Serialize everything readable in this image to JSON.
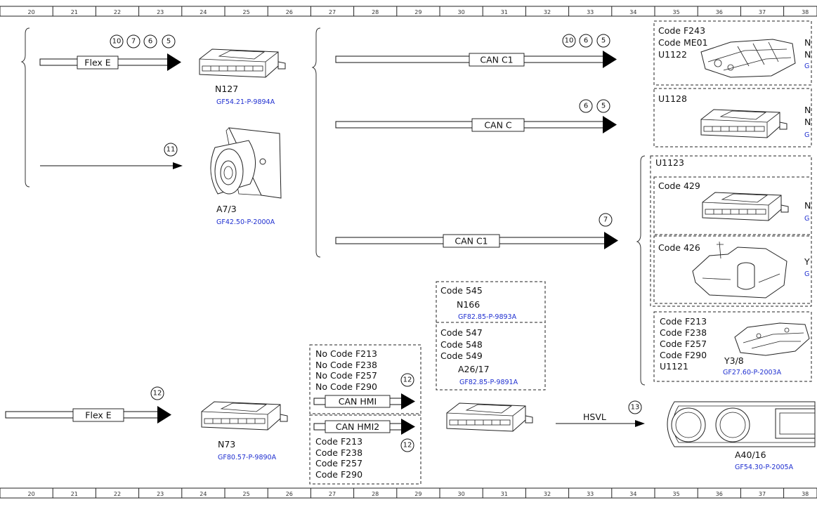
{
  "ruler": {
    "ticks": [
      "20",
      "21",
      "22",
      "23",
      "24",
      "25",
      "26",
      "27",
      "28",
      "29",
      "30",
      "31",
      "32",
      "33",
      "34",
      "35",
      "36",
      "37",
      "38"
    ]
  },
  "buses": {
    "flexe_top": "Flex E",
    "can_c1_top": "CAN C1",
    "can_c": "CAN C",
    "can_c1_bottom": "CAN C1",
    "flexe_bottom": "Flex E",
    "can_hmi": "CAN HMI",
    "can_hmi2": "CAN HMI2",
    "hsvl": "HSVL"
  },
  "markers": {
    "flexe_top": [
      "10",
      "7",
      "6",
      "5"
    ],
    "can_c1_top": [
      "10",
      "6",
      "5"
    ],
    "can_c": [
      "6",
      "5"
    ],
    "a7_3": [
      "11"
    ],
    "can_c1_bottom": [
      "7"
    ],
    "flexe_bottom": [
      "12"
    ],
    "can_hmi": [
      "12"
    ],
    "can_hmi2": [
      "12"
    ],
    "hsvl": [
      "13"
    ]
  },
  "components": {
    "n127": {
      "label": "N127",
      "ref": "GF54.21-P-9894A"
    },
    "a7_3": {
      "label": "A7/3",
      "ref": "GF42.50-P-2000A"
    },
    "n73": {
      "label": "N73",
      "ref": "GF80.57-P-9890A"
    },
    "n166": {
      "label": "N166",
      "ref": "GF82.85-P-9893A"
    },
    "a26_17": {
      "label": "A26/17",
      "ref": "GF82.85-P-9891A"
    },
    "a40_16": {
      "label": "A40/16",
      "ref": "GF54.30-P-2005A"
    },
    "y3_8": {
      "label": "Y3/8",
      "ref": "GF27.60-P-2003A"
    }
  },
  "boxes": {
    "box1_lines": [
      "Code F243",
      "Code ME01",
      "U1122"
    ],
    "box1_edge": [
      "N",
      "N",
      "G"
    ],
    "box2_lines": [
      "U1128"
    ],
    "box2_edge": [
      "N",
      "N",
      "G"
    ],
    "group_title": "U1123",
    "box3_lines": [
      "Code 429"
    ],
    "box3_edge": [
      "N",
      "G"
    ],
    "box4_lines": [
      "Code 426"
    ],
    "box4_edge": [
      "Y",
      "G"
    ],
    "box5_lines": [
      "Code F213",
      "Code F238",
      "Code F257",
      "Code F290",
      "U1121"
    ],
    "code545": "Code 545",
    "code547_lines": [
      "Code 547",
      "Code 548",
      "Code 549"
    ],
    "nocode_lines": [
      "No Code F213",
      "No Code F238",
      "No Code F257",
      "No Code F290"
    ],
    "code_f_lines": [
      "Code F213",
      "Code F238",
      "Code F257",
      "Code F290"
    ]
  },
  "colors": {
    "reference": "#1f2fd0",
    "line": "#111111"
  }
}
